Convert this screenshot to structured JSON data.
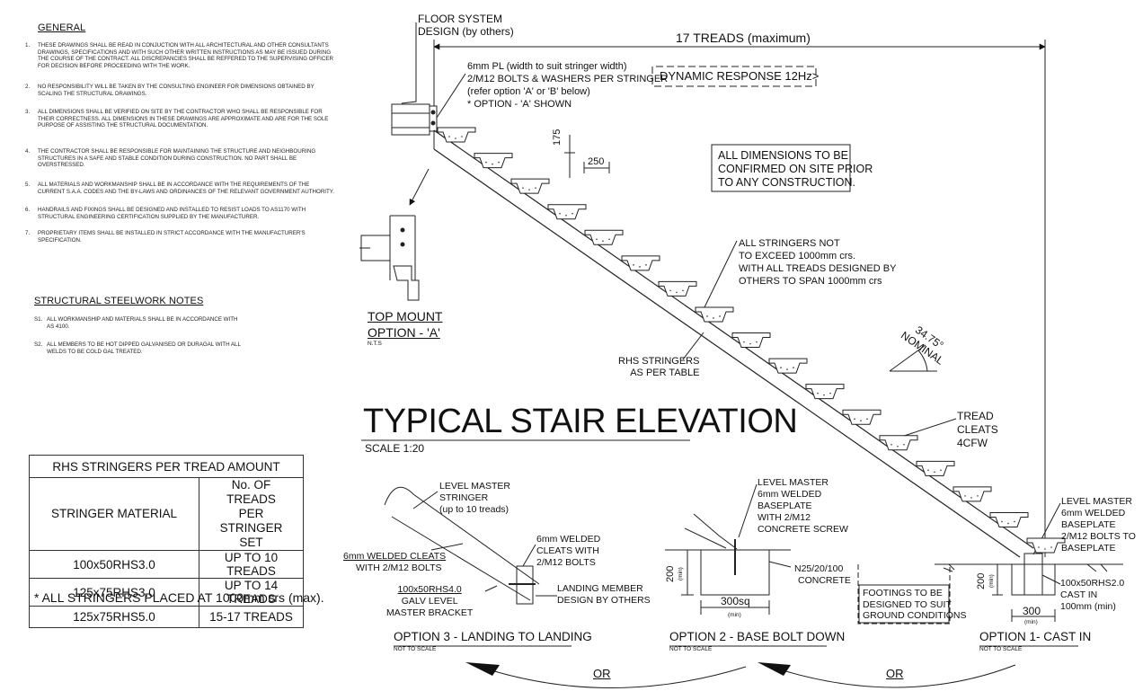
{
  "general": {
    "heading": "GENERAL",
    "notes": [
      {
        "num": "1.",
        "text": "THESE DRAWINGS SHALL BE READ IN CONJUCTION WITH ALL ARCHITECTURAL AND OTHER CONSULTANTS DRAWINGS, SPECIFICATIONS AND WITH SUCH OTHER WRITTEN INSTRUCTIONS AS MAY BE ISSUED DURING THE COURSE OF THE CONTRACT. ALL DISCREPANCIES SHALL BE REFFERED TO THE SUPERVISING OFFICER FOR DECISION BEFORE PROCEEDING WITH THE WORK."
      },
      {
        "num": "2.",
        "text": "NO RESPONSIBILITY WILL BE TAKEN BY THE CONSULTING ENGINEER FOR DIMENSIONS OBTAINED BY SCALING THE STRUCTURAL DRAWINGS."
      },
      {
        "num": "3.",
        "text": "ALL DIMENSIONS SHALL BE VERIFIED ON SITE BY THE CONTRACTOR WHO SHALL BE RESPONSIBLE FOR THEIR CORRECTNESS. ALL DIMENSIONS IN THESE DRAWINGS ARE APPROXIMATE AND ARE FOR THE SOLE PURPOSE OF ASSISTING THE STRUCTURAL DOCUMENTATION."
      },
      {
        "num": "4.",
        "text": "THE CONTRACTOR SHALL BE RESPONSIBLE FOR MAINTAINING THE STRUCTURE AND NEIGHBOURING STRUCTURES IN A SAFE AND STABLE CONDITION DURING CONSTRUCTION. NO PART SHALL BE OVERSTRESSED."
      },
      {
        "num": "5.",
        "text": "ALL MATERIALS AND WORKMANSHIP SHALL BE IN ACCORDANCE WITH THE REQUIREMENTS OF THE CURRENT S.A.A. CODES AND THE BY-LAWS AND ORDINANCES OF THE RELEVANT GOVERNMENT AUTHORITY."
      },
      {
        "num": "6.",
        "text": "HANDRAILS AND FIXINGS SHALL BE DESIGNED AND INSTALLED TO RESIST LOADS TO AS1170 WITH STRUCTURAL ENGINEERING CERTIFICATION SUPPLIED BY THE MANUFACTURER."
      },
      {
        "num": "7.",
        "text": "PROPRIETARY ITEMS SHALL BE INSTALLED IN STRICT ACCORDANCE WITH THE MANUFACTURER'S SPECIFICATION."
      }
    ]
  },
  "steel": {
    "heading": "STRUCTURAL STEELWORK NOTES",
    "notes": [
      {
        "num": "S1.",
        "text": "ALL WORKMANSHIP AND MATERIALS SHALL BE IN ACCORDANCE WITH AS 4100."
      },
      {
        "num": "S2.",
        "text": "ALL MEMBERS TO BE HOT DIPPED GALVANISED OR DURAGAL WITH ALL WELDS TO BE COLD GAL TREATED."
      }
    ]
  },
  "table": {
    "title": "RHS STRINGERS PER TREAD AMOUNT",
    "col1": "STRINGER MATERIAL",
    "col2": "No. OF TREADS PER STRINGER SET",
    "rows": [
      {
        "material": "100x50RHS3.0",
        "treads": "UP TO 10 TREADS"
      },
      {
        "material": "125x75RHS3.0",
        "treads": "UP TO 14 TREADS"
      },
      {
        "material": "125x75RHS5.0",
        "treads": "15-17 TREADS"
      }
    ],
    "footnote": "* ALL STRINGERS PLACED AT 1000mm crs (max)."
  },
  "elevation": {
    "title": "TYPICAL STAIR ELEVATION",
    "scale": "SCALE 1:20",
    "treads_dim": "17 TREADS (maximum)",
    "floor_system_1": "FLOOR SYSTEM",
    "floor_system_2": "DESIGN (by others)",
    "plate_1": "6mm PL (width to suit stringer width)",
    "plate_2": "2/M12 BOLTS & WASHERS PER STRINGER",
    "plate_3": "(refer option 'A' or 'B' below)",
    "plate_4": "* OPTION - 'A' SHOWN",
    "dynamic": "DYNAMIC RESPONSE  12Hz",
    "confirm_1": "ALL DIMENSIONS TO BE",
    "confirm_2": "CONFIRMED ON SITE PRIOR",
    "confirm_3": "TO ANY CONSTRUCTION.",
    "dim_rise": "175",
    "dim_going": "250",
    "stringers_1": "ALL STRINGERS NOT",
    "stringers_2": "TO EXCEED 1000mm crs.",
    "stringers_3": "WITH ALL TREADS DESIGNED BY",
    "stringers_4": "OTHERS TO SPAN 1000mm crs",
    "angle": "34.75°",
    "nominal": "NOMINAL",
    "rhs_1": "RHS STRINGERS",
    "rhs_2": "AS PER TABLE",
    "tread_1": "TREAD",
    "tread_2": "CLEATS",
    "tread_3": "4CFW",
    "top_mount": "TOP MOUNT",
    "option_a": "OPTION - 'A'",
    "nts": "N.T.S"
  },
  "option1": {
    "title": "OPTION 1- CAST IN",
    "nts": "NOT TO SCALE",
    "lm_1": "LEVEL MASTER",
    "lm_2": "6mm WELDED",
    "lm_3": "BASEPLATE",
    "lm_4": "2/M12 BOLTS TO",
    "lm_5": "BASEPLATE",
    "post_1": "100x50RHS2.0",
    "post_2": "CAST IN",
    "post_3": "100mm (min)",
    "dim_depth": "200",
    "dim_width": "300",
    "min": "(min)",
    "footing_1": "FOOTINGS TO BE",
    "footing_2": "DESIGNED TO SUIT",
    "footing_3": "GROUND CONDITIONS"
  },
  "option2": {
    "title": "OPTION 2 - BASE BOLT DOWN",
    "nts": "NOT TO SCALE",
    "lm_1": "LEVEL MASTER",
    "lm_2": "6mm WELDED",
    "lm_3": "BASEPLATE",
    "lm_4": "WITH 2/M12",
    "lm_5": "CONCRETE SCREW",
    "conc_1": "N25/20/100",
    "conc_2": "CONCRETE",
    "dim_depth": "200",
    "dim_width": "300sq",
    "min": "(min)"
  },
  "option3": {
    "title": "OPTION 3 - LANDING TO LANDING",
    "nts": "NOT TO SCALE",
    "lm_1": "LEVEL MASTER",
    "lm_2": "STRINGER",
    "lm_3": "(up to 10 treads)",
    "weld_1": "6mm WELDED",
    "weld_2": "CLEATS WITH",
    "weld_3": "2/M12 BOLTS",
    "cleat_1": "6mm WELDED CLEATS",
    "cleat_2": "WITH 2/M12 BOLTS",
    "galv_1": "100x50RHS4.0",
    "galv_2": "GALV LEVEL",
    "galv_3": "MASTER BRACKET",
    "land_1": "LANDING MEMBER",
    "land_2": "DESIGN BY OTHERS"
  },
  "or_label": "OR"
}
